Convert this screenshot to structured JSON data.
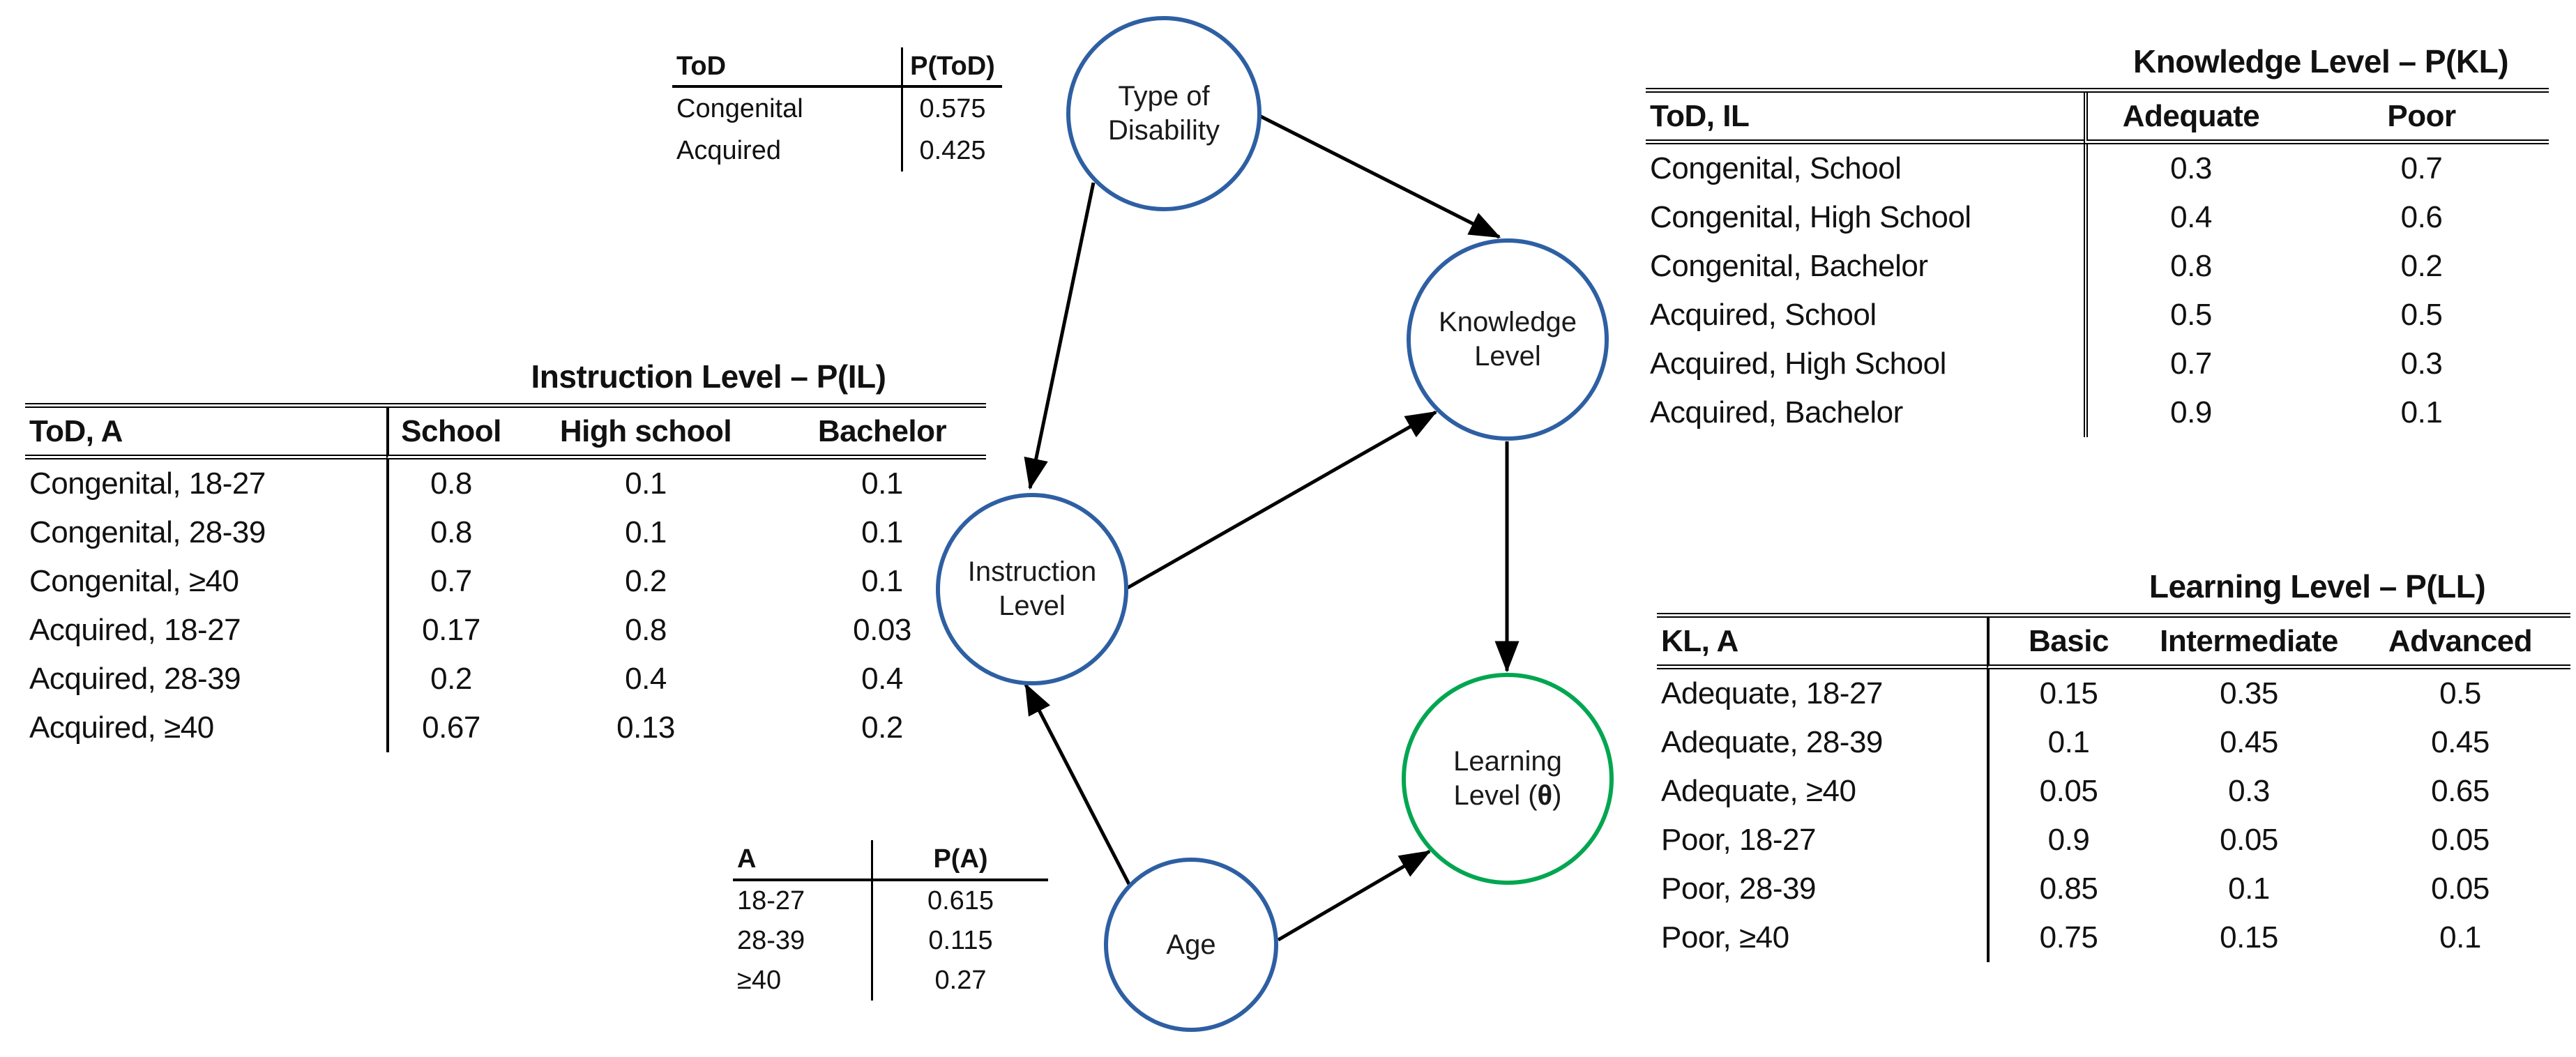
{
  "figure": {
    "type": "bayesian-network",
    "description": "Bayesian network with conditional probability tables"
  },
  "colors": {
    "node_stroke_blue": "#2e5fa3",
    "node_stroke_green": "#00a650",
    "edge_color": "#000000",
    "text_color": "#111111"
  },
  "nodes": {
    "tod": {
      "line1": "Type of",
      "line2": "Disability"
    },
    "kl": {
      "line1": "Knowledge",
      "line2": "Level"
    },
    "il": {
      "line1": "Instruction",
      "line2": "Level"
    },
    "ll": {
      "line1": "Learning",
      "line2_pre": "Level (",
      "theta": "θ",
      "line2_post": ")"
    },
    "age": {
      "label": "Age"
    }
  },
  "edges": [
    {
      "from": "type-of-disability",
      "to": "instruction-level"
    },
    {
      "from": "type-of-disability",
      "to": "knowledge-level"
    },
    {
      "from": "instruction-level",
      "to": "knowledge-level"
    },
    {
      "from": "knowledge-level",
      "to": "learning-level"
    },
    {
      "from": "age",
      "to": "instruction-level"
    },
    {
      "from": "age",
      "to": "learning-level"
    }
  ],
  "tables": {
    "p_tod": {
      "headers": [
        "ToD",
        "P(ToD)"
      ],
      "rows": [
        [
          "Congenital",
          "0.575"
        ],
        [
          "Acquired",
          "0.425"
        ]
      ]
    },
    "p_a": {
      "headers": [
        "A",
        "P(A)"
      ],
      "rows": [
        [
          "18-27",
          "0.615"
        ],
        [
          "28-39",
          "0.115"
        ],
        [
          "≥40",
          "0.27"
        ]
      ]
    },
    "p_il": {
      "title": "Instruction Level – P(IL)",
      "headers": [
        "ToD, A",
        "School",
        "High school",
        "Bachelor"
      ],
      "rows": [
        [
          "Congenital, 18-27",
          "0.8",
          "0.1",
          "0.1"
        ],
        [
          "Congenital, 28-39",
          "0.8",
          "0.1",
          "0.1"
        ],
        [
          "Congenital, ≥40",
          "0.7",
          "0.2",
          "0.1"
        ],
        [
          "Acquired, 18-27",
          "0.17",
          "0.8",
          "0.03"
        ],
        [
          "Acquired, 28-39",
          "0.2",
          "0.4",
          "0.4"
        ],
        [
          "Acquired, ≥40",
          "0.67",
          "0.13",
          "0.2"
        ]
      ]
    },
    "p_kl": {
      "title": "Knowledge Level – P(KL)",
      "headers": [
        "ToD, IL",
        "Adequate",
        "Poor"
      ],
      "rows": [
        [
          "Congenital, School",
          "0.3",
          "0.7"
        ],
        [
          "Congenital, High School",
          "0.4",
          "0.6"
        ],
        [
          "Congenital, Bachelor",
          "0.8",
          "0.2"
        ],
        [
          "Acquired, School",
          "0.5",
          "0.5"
        ],
        [
          "Acquired, High School",
          "0.7",
          "0.3"
        ],
        [
          "Acquired, Bachelor",
          "0.9",
          "0.1"
        ]
      ]
    },
    "p_ll": {
      "title": "Learning Level – P(LL)",
      "headers": [
        "KL, A",
        "Basic",
        "Intermediate",
        "Advanced"
      ],
      "rows": [
        [
          "Adequate, 18-27",
          "0.15",
          "0.35",
          "0.5"
        ],
        [
          "Adequate, 28-39",
          "0.1",
          "0.45",
          "0.45"
        ],
        [
          "Adequate, ≥40",
          "0.05",
          "0.3",
          "0.65"
        ],
        [
          "Poor, 18-27",
          "0.9",
          "0.05",
          "0.05"
        ],
        [
          "Poor, 28-39",
          "0.85",
          "0.1",
          "0.05"
        ],
        [
          "Poor, ≥40",
          "0.75",
          "0.15",
          "0.1"
        ]
      ]
    }
  }
}
